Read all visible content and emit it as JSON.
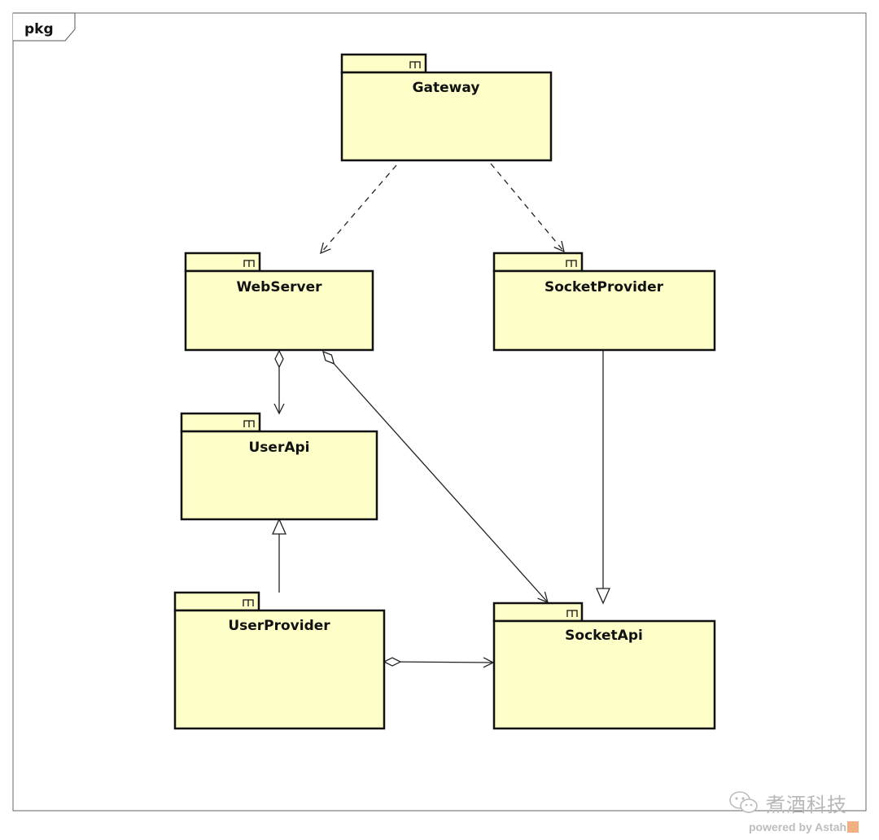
{
  "frame": {
    "label": "pkg"
  },
  "packages": {
    "gateway": "Gateway",
    "webserver": "WebServer",
    "socketprovider": "SocketProvider",
    "userapi": "UserApi",
    "userprovider": "UserProvider",
    "socketapi": "SocketApi"
  },
  "relationships": [
    {
      "from": "Gateway",
      "to": "WebServer",
      "kind": "dependency"
    },
    {
      "from": "Gateway",
      "to": "SocketProvider",
      "kind": "dependency"
    },
    {
      "from": "WebServer",
      "to": "UserApi",
      "kind": "aggregation"
    },
    {
      "from": "WebServer",
      "to": "SocketApi",
      "kind": "aggregation"
    },
    {
      "from": "SocketProvider",
      "to": "SocketApi",
      "kind": "realization"
    },
    {
      "from": "UserProvider",
      "to": "UserApi",
      "kind": "realization"
    },
    {
      "from": "UserProvider",
      "to": "SocketApi",
      "kind": "aggregation"
    }
  ],
  "watermark": {
    "text": "煮酒科技",
    "icon": "wechat-icon"
  },
  "footer": {
    "powered_by": "powered by Astah"
  }
}
